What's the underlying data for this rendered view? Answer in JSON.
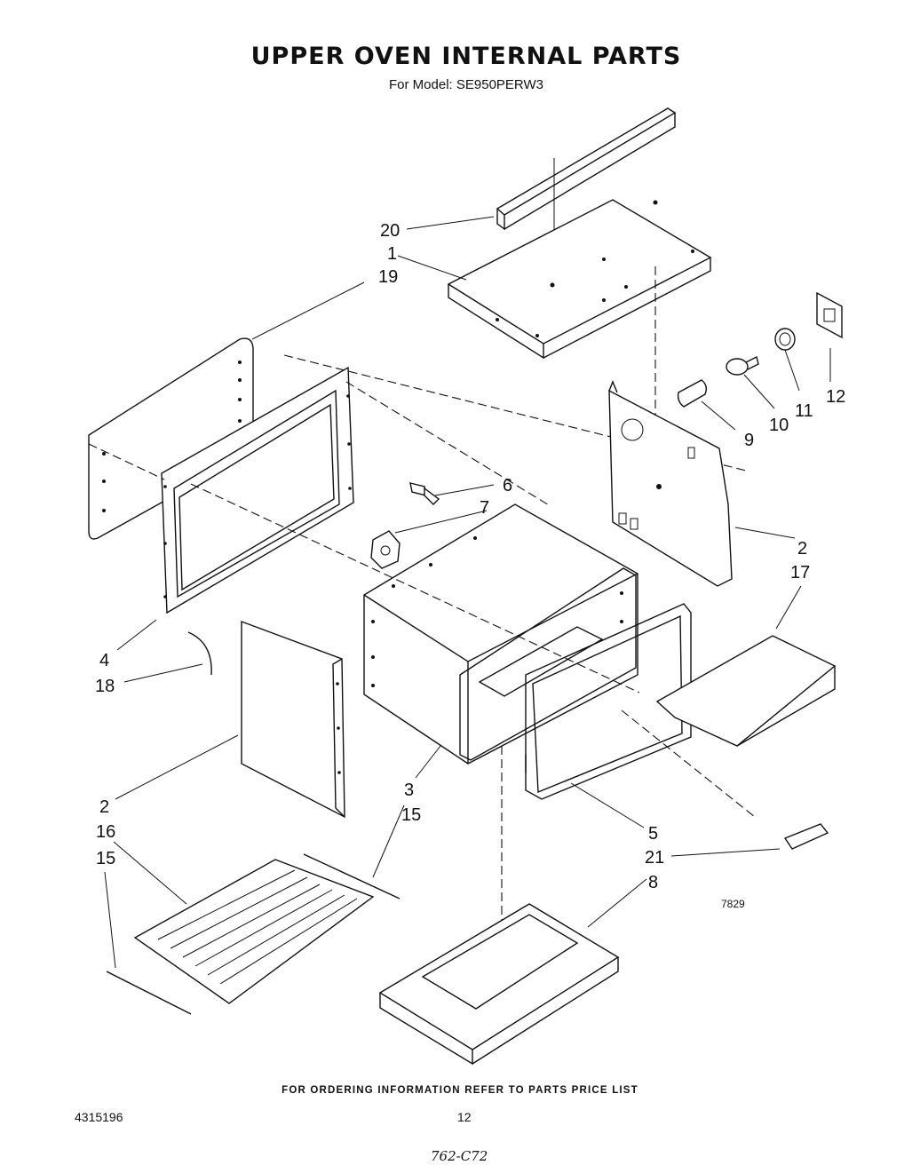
{
  "header": {
    "title": "UPPER OVEN  INTERNAL  PARTS",
    "subtitle": "For Model: SE950PERW3"
  },
  "footer": {
    "note": "FOR ORDERING INFORMATION REFER TO PARTS PRICE LIST",
    "doc_number": "4315196",
    "page_number": "12",
    "handwritten": "762-C72"
  },
  "diagram": {
    "figure_id": "7829",
    "callouts": {
      "c20": "20",
      "c1": "1",
      "c19": "19",
      "c12": "12",
      "c11": "11",
      "c10": "10",
      "c9": "9",
      "c6": "6",
      "c7": "7",
      "c2_right": "2",
      "c17": "17",
      "c4": "4",
      "c18": "18",
      "c3": "3",
      "c15_mid": "15",
      "c2_left": "2",
      "c16": "16",
      "c15_left": "15",
      "c5": "5",
      "c21": "21",
      "c8": "8"
    }
  }
}
